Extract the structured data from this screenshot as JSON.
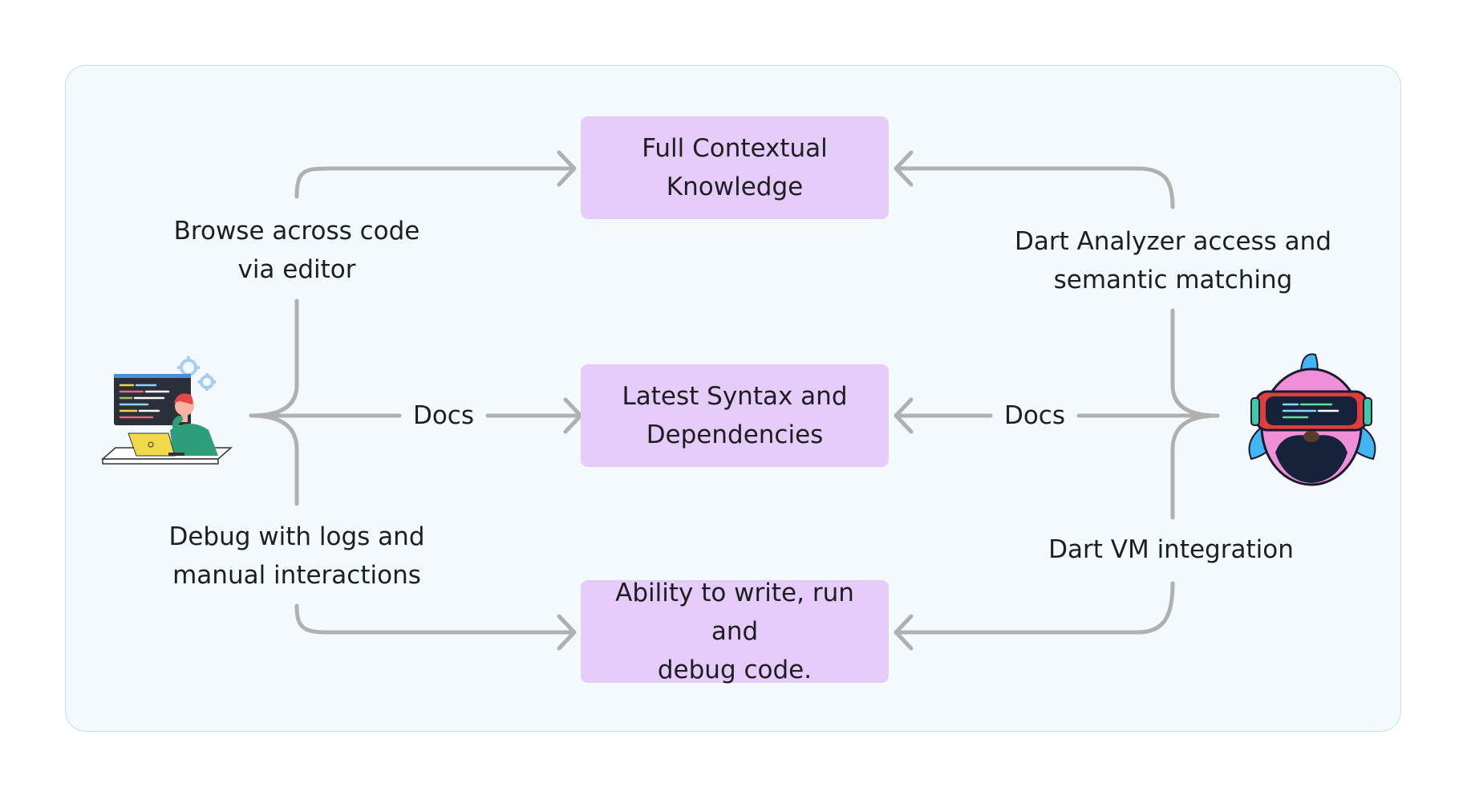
{
  "boxes": {
    "top": "Full Contextual\nKnowledge",
    "middle": "Latest Syntax and\nDependencies",
    "bottom": "Ability to write, run and\ndebug code."
  },
  "left_labels": {
    "top": "Browse across code\nvia editor",
    "middle": "Docs",
    "bottom": "Debug with logs and\nmanual interactions"
  },
  "right_labels": {
    "top": "Dart Analyzer access and\nsemantic matching",
    "middle": "Docs",
    "bottom": "Dart VM integration"
  },
  "colors": {
    "panel_bg": "#f4f9fd",
    "panel_border": "#bde3f3",
    "box_fill": "#e5ccfb",
    "connector": "#b0b0b0",
    "text": "#1e1e1e"
  },
  "illustrations": {
    "left": "developer-at-laptop-icon",
    "right": "dash-mascot-with-vr-goggles-icon"
  }
}
